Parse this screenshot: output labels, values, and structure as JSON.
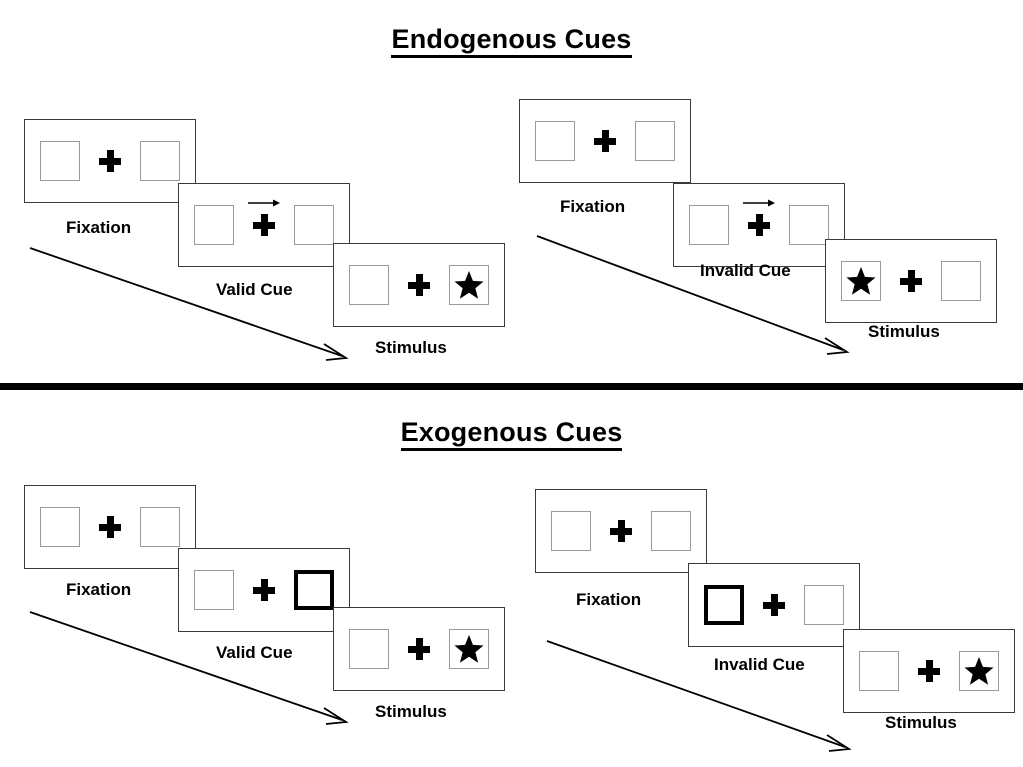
{
  "sections": [
    {
      "title": "Endogenous Cues",
      "conditions": [
        {
          "name": "valid",
          "panels": [
            {
              "label": "Fixation",
              "cue": "none",
              "target": "none",
              "left_box": "plain",
              "right_box": "plain"
            },
            {
              "label": "Valid Cue",
              "cue": "arrow-right",
              "target": "none",
              "left_box": "plain",
              "right_box": "plain"
            },
            {
              "label": "Stimulus",
              "cue": "none",
              "target": "right",
              "left_box": "plain",
              "right_box": "plain"
            }
          ]
        },
        {
          "name": "invalid",
          "panels": [
            {
              "label": "Fixation",
              "cue": "none",
              "target": "none",
              "left_box": "plain",
              "right_box": "plain"
            },
            {
              "label": "Invalid Cue",
              "cue": "arrow-right",
              "target": "none",
              "left_box": "plain",
              "right_box": "plain"
            },
            {
              "label": "Stimulus",
              "cue": "none",
              "target": "left",
              "left_box": "plain",
              "right_box": "plain"
            }
          ]
        }
      ]
    },
    {
      "title": "Exogenous Cues",
      "conditions": [
        {
          "name": "valid",
          "panels": [
            {
              "label": "Fixation",
              "cue": "none",
              "target": "none",
              "left_box": "plain",
              "right_box": "plain"
            },
            {
              "label": "Valid Cue",
              "cue": "none",
              "target": "none",
              "left_box": "plain",
              "right_box": "cued"
            },
            {
              "label": "Stimulus",
              "cue": "none",
              "target": "right",
              "left_box": "plain",
              "right_box": "plain"
            }
          ]
        },
        {
          "name": "invalid",
          "panels": [
            {
              "label": "Fixation",
              "cue": "none",
              "target": "none",
              "left_box": "plain",
              "right_box": "plain"
            },
            {
              "label": "Invalid Cue",
              "cue": "none",
              "target": "none",
              "left_box": "cued",
              "right_box": "plain"
            },
            {
              "label": "Stimulus",
              "cue": "none",
              "target": "right",
              "left_box": "plain",
              "right_box": "plain"
            }
          ]
        }
      ]
    }
  ],
  "icons": {
    "fixation_cross": "plus-icon",
    "cue_arrow": "arrow-right-icon",
    "target_star": "star-icon",
    "time_arrow": "time-arrow-icon",
    "placeholder_box": "placeholder-box-icon"
  },
  "colors": {
    "ink": "#000000",
    "frame_border": "#3a3a3a",
    "box_border": "#9a9a9a",
    "cued_box_border": "#000000",
    "background": "#ffffff",
    "divider": "#000000"
  },
  "layout": {
    "divider_label": "section-divider",
    "time_arrow_label": "time-progression-arrow"
  }
}
